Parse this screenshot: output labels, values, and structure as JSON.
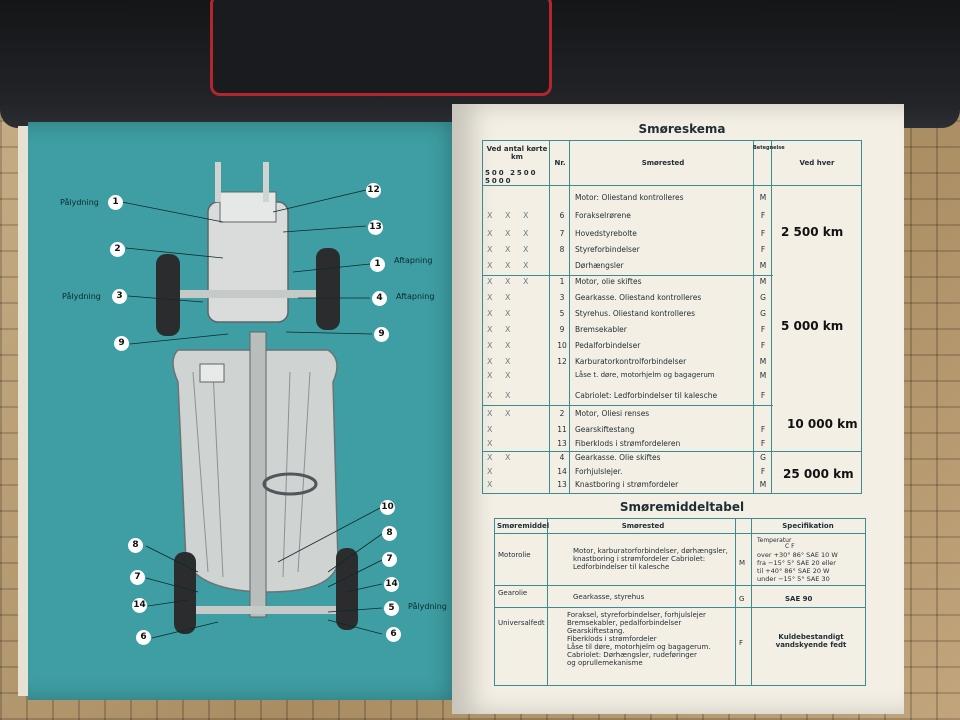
{
  "left_page": {
    "side_labels": {
      "left_1": "Pålydning",
      "left_2": "Pålydning",
      "right_1": "Aftapning",
      "right_2": "Aftapning",
      "right_3": "Pålydning"
    },
    "markers": {
      "m1": "1",
      "m2": "2",
      "m3": "3",
      "m9l": "9",
      "m12": "12",
      "m13": "13",
      "m1r": "1",
      "m4": "4",
      "m9r": "9",
      "m8l": "8",
      "m7l": "7",
      "m14l": "14",
      "m6l": "6",
      "m10": "10",
      "m8r": "8",
      "m7r": "7",
      "m14r": "14",
      "m5": "5",
      "m6r": "6"
    }
  },
  "smoreskema": {
    "title": "Smøreskema",
    "headers": {
      "ved_antal": "Ved antal kørte km",
      "km_cols": [
        "500",
        "2500",
        "5000"
      ],
      "nr": "Nr.",
      "smoested": "Smørested",
      "betegnelse": "Betegnelse",
      "ved_hver": "Ved hver"
    },
    "groups": [
      {
        "interval": "2 500 km",
        "rows": [
          {
            "nr": "",
            "xs": "",
            "place": "Motor: Oliestand kontrolleres",
            "code": "M"
          },
          {
            "nr": "6",
            "xs": "X X X",
            "place": "Forakselrørene",
            "code": "F"
          },
          {
            "nr": "7",
            "xs": "X X X",
            "place": "Hovedstyrebolte",
            "code": "F"
          },
          {
            "nr": "8",
            "xs": "X X X",
            "place": "Styreforbindelser",
            "code": "F"
          },
          {
            "nr": "",
            "xs": "X X X",
            "place": "Dørhængsler",
            "code": "M"
          }
        ]
      },
      {
        "interval": "5 000 km",
        "rows": [
          {
            "nr": "1",
            "xs": "X X X",
            "place": "Motor, olie skiftes",
            "code": "M"
          },
          {
            "nr": "3",
            "xs": "X X",
            "place": "Gearkasse. Oliestand kontrolleres",
            "code": "G"
          },
          {
            "nr": "5",
            "xs": "X X",
            "place": "Styrehus. Oliestand kontrolleres",
            "code": "G"
          },
          {
            "nr": "9",
            "xs": "X X",
            "place": "Bremsekabler",
            "code": "F"
          },
          {
            "nr": "10",
            "xs": "X X",
            "place": "Pedalforbindelser",
            "code": "F"
          },
          {
            "nr": "12",
            "xs": "X X",
            "place": "Karburatorkontrolforbindelser",
            "code": "M"
          },
          {
            "nr": "",
            "xs": "X X",
            "place": "Låse t. døre, motorhjelm og bagagerum",
            "code": "M"
          },
          {
            "nr": "",
            "xs": "X X",
            "place": "Cabriolet: Ledforbindelser til kalesche",
            "code": "F"
          }
        ]
      },
      {
        "interval": "10 000 km",
        "rows": [
          {
            "nr": "2",
            "xs": "X X",
            "place": "Motor, Oliesi renses",
            "code": ""
          },
          {
            "nr": "11",
            "xs": "X",
            "place": "Gearskiftestang",
            "code": "F"
          },
          {
            "nr": "13",
            "xs": "X",
            "place": "Fiberklods i strømfordeleren",
            "code": "F"
          }
        ]
      },
      {
        "interval": "25 000 km",
        "rows": [
          {
            "nr": "4",
            "xs": "X X",
            "place": "Gearkasse. Olie skiftes",
            "code": "G"
          },
          {
            "nr": "14",
            "xs": "X",
            "place": "Forhjulslejer.",
            "code": "F"
          },
          {
            "nr": "13",
            "xs": "X",
            "place": "Knastboring i strømfordeler",
            "code": "M"
          }
        ]
      }
    ]
  },
  "smoremiddeltabel": {
    "title": "Smøremiddeltabel",
    "headers": {
      "middel": "Smøremiddel",
      "sted": "Smørested",
      "spec": "Specifikation"
    },
    "temperature_header": "Temperatur",
    "temp_units": "C    F",
    "rows": [
      {
        "middel": "Motorolie",
        "sted": "Motor, karburatorforbindelser, dørhængsler, knastboring i strømfordeler Cabriolet: Ledforbindelser til kalesche",
        "code": "M",
        "spec_lines": [
          "over +30° 86° SAE 10 W",
          "fra −15° 5° SAE 20 eller",
          "til +40° 86° SAE 20 W",
          "under −15° 5° SAE 30"
        ]
      },
      {
        "middel": "Gearolie",
        "sted": "Gearkasse, styrehus",
        "code": "G",
        "spec_text": "SAE 90"
      },
      {
        "middel": "Universalfedt",
        "sted_lines": [
          "Foraksel, styreforbindelser, forhjulslejer",
          "Bremsekabler, pedalforbindelser",
          "Gearskiftestang.",
          "Fiberklods i strømfordeler",
          "Låse til døre, motorhjelm og bagagerum.",
          "Cabriolet: Dørhængsler, rudeføringer",
          "og oprullemekanisme"
        ],
        "code": "F",
        "spec_text": "Kuldebestandigt vandskyende fedt"
      }
    ]
  }
}
